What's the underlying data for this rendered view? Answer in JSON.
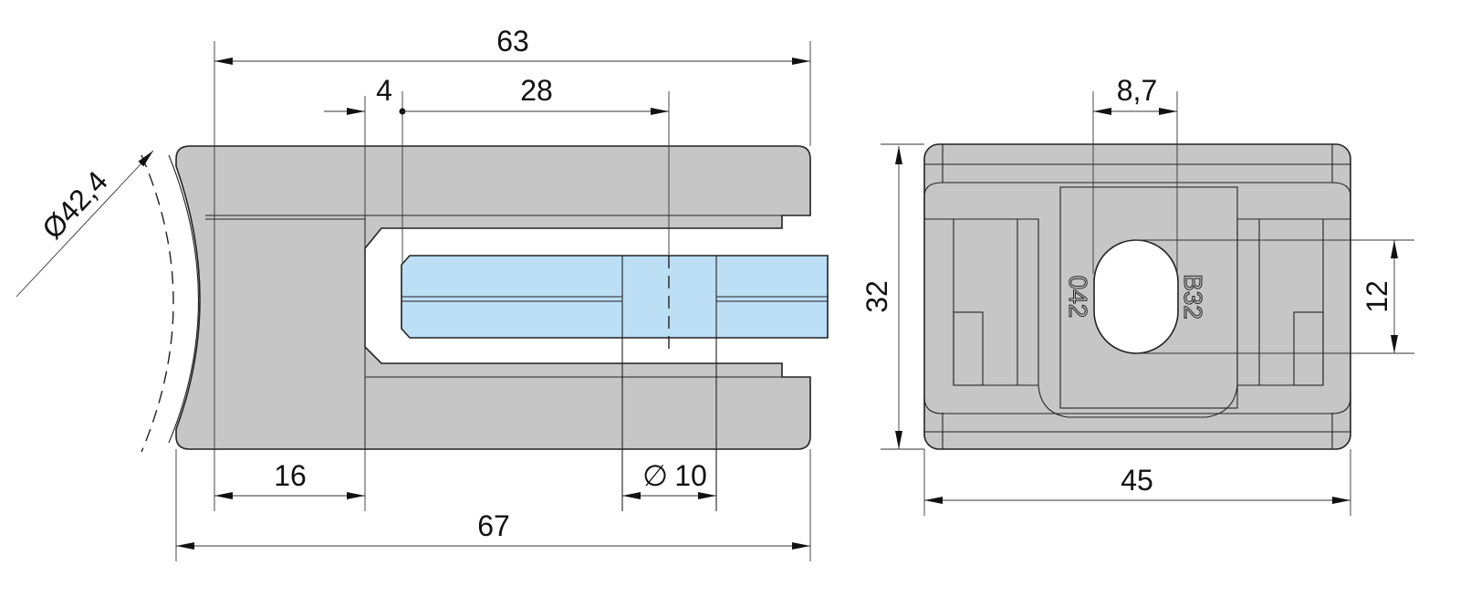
{
  "drawing": {
    "side_view": {
      "dimensions": {
        "overall_top": "63",
        "offset": "4",
        "glass_depth": "28",
        "base_width": "16",
        "hole_diameter": "10",
        "hole_diameter_symbol": "∅",
        "overall_bottom": "67",
        "tube_diameter": "Ø42,4"
      }
    },
    "front_view": {
      "dimensions": {
        "slot_offset": "8,7",
        "height": "32",
        "width": "45",
        "hole_height": "12"
      },
      "engraving": {
        "left": "042",
        "right": "B32"
      }
    },
    "colors": {
      "body": "#c6c6c6",
      "glass": "#bcdff5",
      "line": "#222222"
    }
  }
}
